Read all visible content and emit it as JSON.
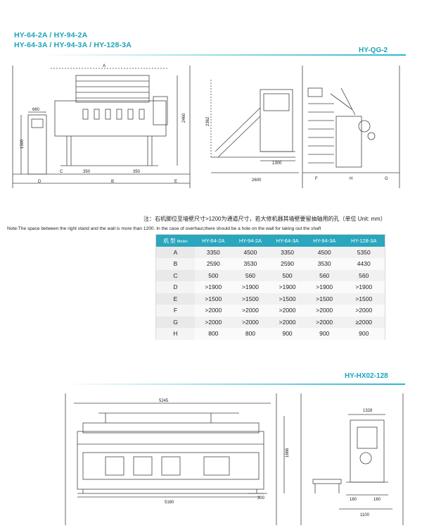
{
  "header": {
    "models_line1": "HY-64-2A  / HY-94-2A",
    "models_line2": "HY-64-3A  /  HY-94-3A  /  HY-128-3A",
    "code": "HY-QG-2"
  },
  "drawing1": {
    "front": {
      "A": "A",
      "B": "B",
      "C": "C",
      "D": "D",
      "E": "E",
      "d660": "660",
      "d1500": "1500",
      "d350a": "350",
      "d350b": "350",
      "d2460": "2460"
    },
    "side": {
      "d2362": "2362",
      "d1300": "1300",
      "d2600": "2600"
    },
    "right": {
      "F": "F",
      "H": "H",
      "G": "G"
    }
  },
  "note": {
    "cn": "注：右机脚位至墙壁尺寸>1200为通道尺寸，若大修机器其墙壁要留抽轴用的孔（单位 Unit: mm）",
    "en": "Note:The space between the right stand and the wall is more than 1200. In the case of overhaul,there should be a hole on the wall for taking out the shaft"
  },
  "table": {
    "header_label_cn": "机 型",
    "header_label_en": "Model",
    "columns": [
      "HY-64-2A",
      "HY-94-2A",
      "HY-64-3A",
      "HY-94-3A",
      "HY-128-3A"
    ],
    "rows": [
      {
        "label": "A",
        "values": [
          "3350",
          "4500",
          "3350",
          "4500",
          "5350"
        ]
      },
      {
        "label": "B",
        "values": [
          "2590",
          "3530",
          "2590",
          "3530",
          "4430"
        ]
      },
      {
        "label": "C",
        "values": [
          "500",
          "560",
          "500",
          "560",
          "560"
        ]
      },
      {
        "label": "D",
        "values": [
          ">1900",
          ">1900",
          ">1900",
          ">1900",
          ">1900"
        ]
      },
      {
        "label": "E",
        "values": [
          ">1500",
          ">1500",
          ">1500",
          ">1500",
          ">1500"
        ]
      },
      {
        "label": "F",
        "values": [
          ">2000",
          ">2000",
          ">2000",
          ">2000",
          ">2000"
        ]
      },
      {
        "label": "G",
        "values": [
          ">2000",
          ">2000",
          ">2000",
          ">2000",
          "≥2000"
        ]
      },
      {
        "label": "H",
        "values": [
          "800",
          "800",
          "900",
          "900",
          "900"
        ]
      }
    ]
  },
  "section2": {
    "code": "HY-HX02-128",
    "d5245": "5245",
    "d1666": "1666",
    "d5160": "5160",
    "d300": "300",
    "d1328": "1328",
    "d160a": "160",
    "d160b": "160",
    "d1100": "1100"
  }
}
